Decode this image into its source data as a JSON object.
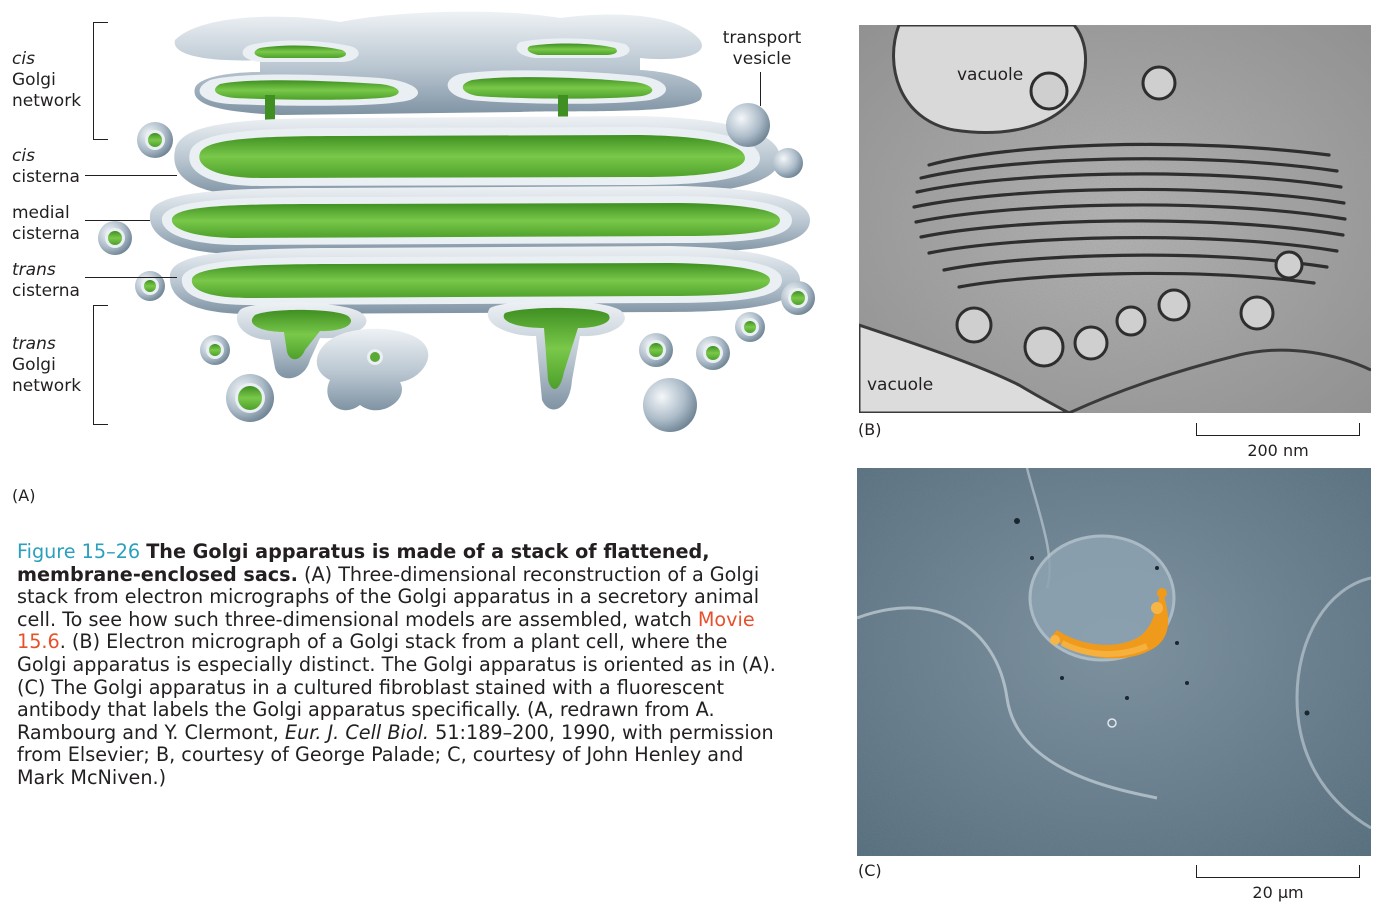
{
  "panel_a": {
    "label": "(A)",
    "labels": {
      "cis_network_1": "cis",
      "cis_network_2": "Golgi",
      "cis_network_3": "network",
      "cis_cisterna_1": "cis",
      "cis_cisterna_2": "cisterna",
      "medial_1": "medial",
      "medial_2": "cisterna",
      "trans_cisterna_1": "trans",
      "trans_cisterna_2": "cisterna",
      "trans_network_1": "trans",
      "trans_network_2": "Golgi",
      "trans_network_3": "network",
      "vesicle_1": "transport",
      "vesicle_2": "vesicle"
    },
    "colors": {
      "lumen": "#6cbf3f",
      "membrane": "#aab9c6",
      "membrane_light": "#e6ecf1"
    }
  },
  "panel_b": {
    "label": "(B)",
    "vacuole_top": "vacuole",
    "vacuole_bottom": "vacuole",
    "scale_label": "200 nm"
  },
  "panel_c": {
    "label": "(C)",
    "scale_label": "20 µm",
    "colors": {
      "background": "#5d7585",
      "stain": "#f09a1c"
    }
  },
  "caption": {
    "fig_number": "Figure 15–26",
    "title": "The Golgi apparatus is made of a stack of flattened, membrane-enclosed sacs.",
    "text_1": "(A) Three-dimensional reconstruction of a Golgi stack from electron micrographs of the Golgi apparatus in a secretory animal cell. To see how such three-dimensional models are assembled, watch",
    "movie_link": "Movie 15.6",
    "text_2": ". (B) Electron micrograph of a Golgi stack from a plant cell, where the Golgi apparatus is especially distinct. The Golgi apparatus is oriented as in (A). (C) The Golgi apparatus in a cultured fibroblast stained with a fluorescent antibody that labels the Golgi apparatus specifically. (A, redrawn from A. Rambourg and Y. Clermont,",
    "journal": "Eur. J. Cell Biol.",
    "text_3": "51:189–200, 1990, with permission from Elsevier; B, courtesy of George Palade; C, courtesy of John Henley and Mark McNiven.)"
  }
}
